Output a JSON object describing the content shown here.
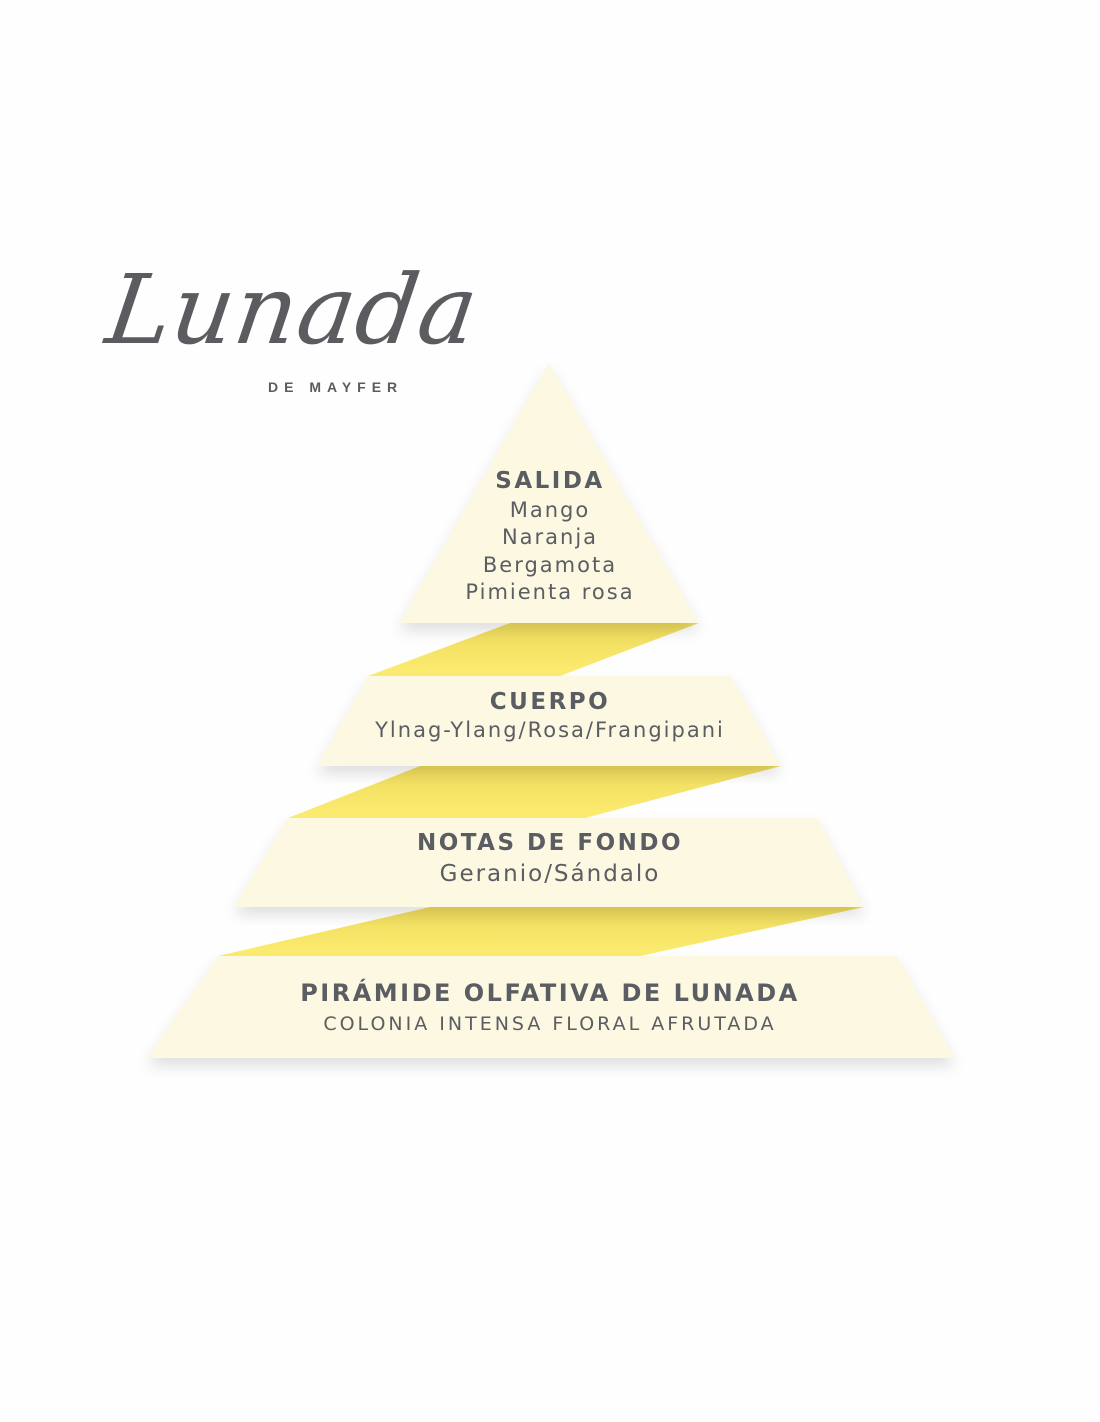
{
  "logo": {
    "title": "Lunada",
    "subtitle": "DE MAYFER"
  },
  "pyramid": {
    "top": {
      "heading": "SALIDA",
      "notes": [
        "Mango",
        "Naranja",
        "Bergamota",
        "Pimienta rosa"
      ]
    },
    "middle": {
      "heading": "CUERPO",
      "notes": "Ylnag-Ylang/Rosa/Frangipani"
    },
    "base": {
      "heading": "NOTAS DE FONDO",
      "notes": "Geranio/Sándalo"
    },
    "footer": {
      "heading": "PIRÁMIDE OLFATIVA DE LUNADA",
      "subtitle": "COLONIA INTENSA FLORAL AFRUTADA"
    }
  },
  "colors": {
    "cream": "#fcf8e2",
    "ribbon": "#fbe96c",
    "text": "#5a5d62"
  }
}
